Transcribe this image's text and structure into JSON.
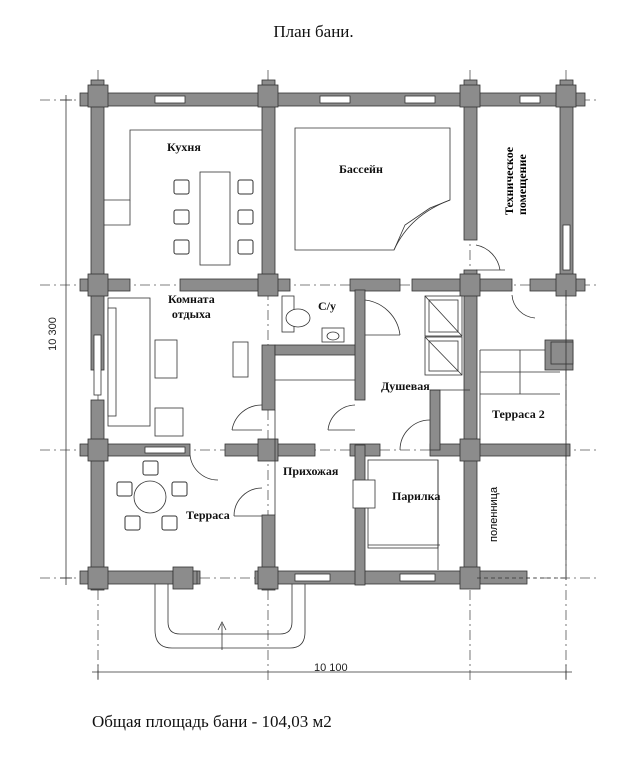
{
  "title": "План  бани.",
  "footer": "Общая площадь бани - 104,03 м2",
  "dimensions": {
    "height": "10 300",
    "width": "10 100"
  },
  "rooms": {
    "kitchen": "Кухня",
    "pool": "Бассейн",
    "tech_line1": "Техническое",
    "tech_line2": "помещение",
    "lounge_line1": "Комната",
    "lounge_line2": "отдыха",
    "wc": "С/у",
    "shower": "Душевая",
    "terrace2": "Терраса 2",
    "hall": "Прихожая",
    "steam": "Парилка",
    "terrace": "Терраса",
    "woodpile": "поленница"
  },
  "colors": {
    "wall": "#8c8c8c",
    "line": "#333333",
    "dash": "#555555"
  }
}
